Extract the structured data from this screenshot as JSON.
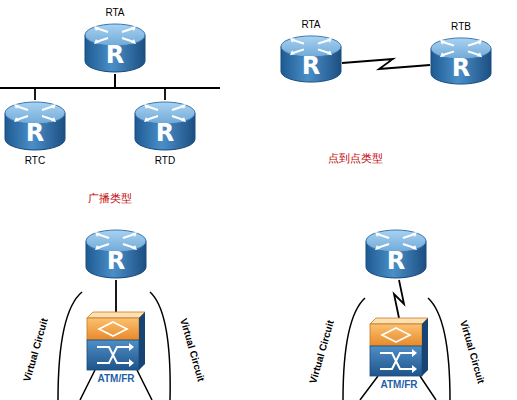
{
  "diagram": {
    "nodes": [
      {
        "text": [
          "RTA",
          "R"
        ]
      },
      {
        "text": [
          "RTA",
          "R"
        ]
      },
      {
        "text": [
          "RTB",
          "R"
        ]
      },
      {
        "text": [
          "R",
          "RTC"
        ]
      },
      {
        "text": [
          "R",
          "RTD"
        ]
      },
      {
        "text": [
          "R"
        ]
      },
      {
        "text": [
          "R"
        ]
      },
      {
        "text": [
          "ATM/FR"
        ]
      },
      {
        "text": [
          "ATM/FR"
        ]
      }
    ],
    "edges": [
      {
        "from": 0,
        "to": 3,
        "arrow": "none"
      },
      {
        "from": 0,
        "to": 4,
        "arrow": "none"
      },
      {
        "from": 1,
        "to": 2,
        "arrow": "none"
      },
      {
        "from": 5,
        "to": 7,
        "arrow": "none"
      },
      {
        "from": 6,
        "to": 8,
        "arrow": "none"
      }
    ],
    "labels": [
      "点到点类型",
      "广播类型",
      "Virtual Circuit",
      "Virtual Circuit",
      "Virtual Circuit",
      "Virtual Circuit"
    ]
  }
}
